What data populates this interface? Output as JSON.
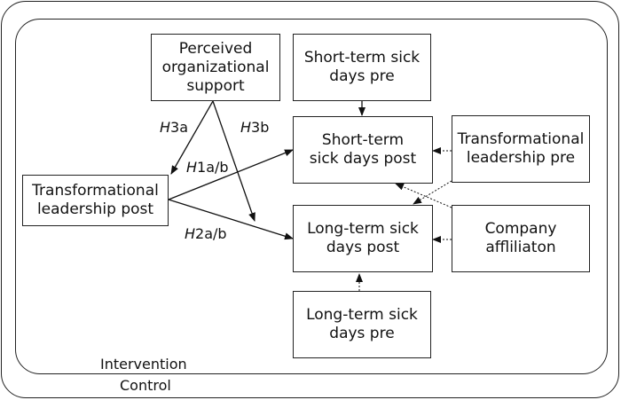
{
  "contexts": {
    "intervention": "Intervention",
    "control": "Control"
  },
  "nodes": {
    "pos": "Perceived\norganizational\nsupport",
    "tl_post": "Transformational\nleadership post",
    "st_pre": "Short-term sick\ndays pre",
    "st_post": "Short-term\nsick days post",
    "tl_pre": "Transformational\nleadership pre",
    "lt_post": "Long-term sick\ndays post",
    "company": "Company\naffliliaton",
    "lt_pre": "Long-term sick\ndays pre"
  },
  "hypotheses": {
    "h3a": {
      "letter": "H",
      "rest": "3a"
    },
    "h3b": {
      "letter": "H",
      "rest": "3b"
    },
    "h1": {
      "letter": "H",
      "rest": "1a/b"
    },
    "h2": {
      "letter": "H",
      "rest": "2a/b"
    }
  }
}
